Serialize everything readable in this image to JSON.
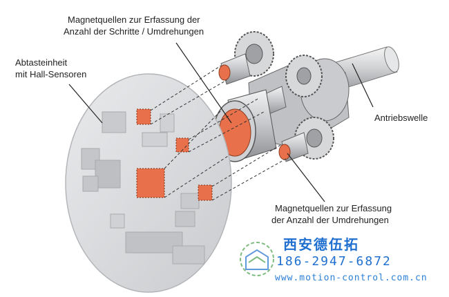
{
  "labels": {
    "magnet_steps_line1": "Magnetquellen zur Erfassung der",
    "magnet_steps_line2": "Anzahl der Schritte / Umdrehungen",
    "sensor_unit_line1": "Abtasteinheit",
    "sensor_unit_line2": "mit Hall-Sensoren",
    "drive_shaft": "Antriebswelle",
    "magnet_revs_line1": "Magnetquellen zur Erfassung",
    "magnet_revs_line2": "der Anzahl der Umdrehungen"
  },
  "watermark": {
    "company": "西安德伍拓",
    "phone": "186-2947-6872",
    "url": "www.motion-control.com.cn"
  },
  "colors": {
    "magnet_orange": "#e8704a",
    "board_gray": "#d8dadd",
    "watermark_blue": "#1f6fd0"
  }
}
